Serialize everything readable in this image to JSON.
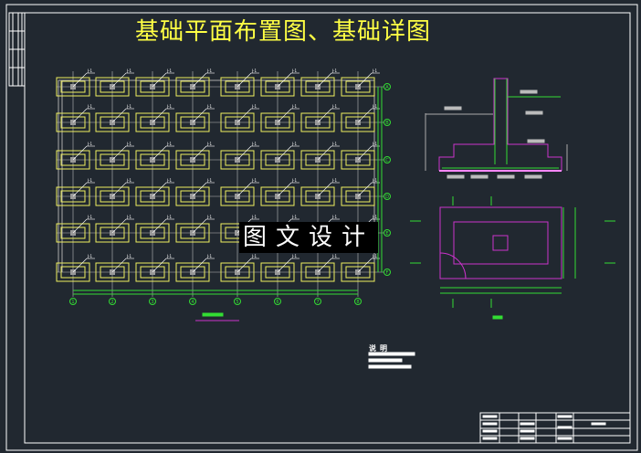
{
  "drawing": {
    "title": "基础平面布置图、基础详图",
    "watermark": "图文设计",
    "notes_title": "说明",
    "footing_label": "J-1",
    "column_axes": [
      "1",
      "2",
      "3",
      "4",
      "5",
      "6",
      "7",
      "8"
    ],
    "row_axes": [
      "A",
      "B",
      "C",
      "D",
      "E",
      "F"
    ]
  },
  "colors": {
    "background": "#212830",
    "footing": "#f0f060",
    "axis": "#33dd33",
    "section": "#cc33cc",
    "frame": "#ffffff",
    "title": "#ffff44"
  }
}
